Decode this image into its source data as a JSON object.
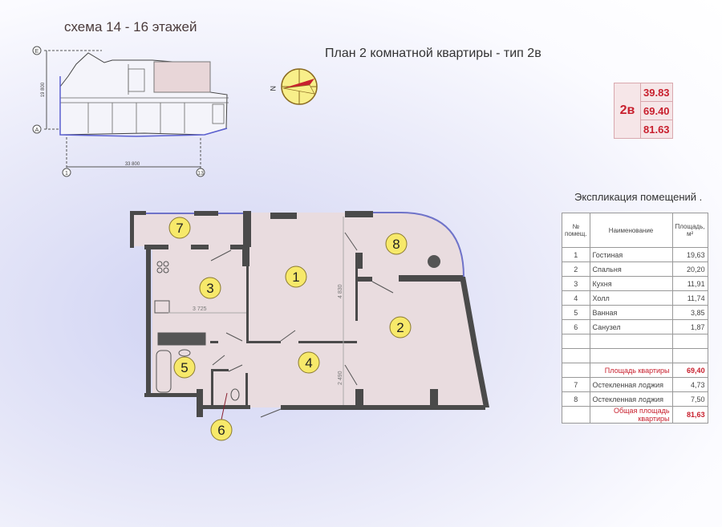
{
  "schema": {
    "title": "схема 14 - 16 этажей",
    "dim_vertical": "19 800",
    "dim_horizontal": "33 800",
    "axis_top": "Е",
    "axis_bottom": "А",
    "axis_left": "1",
    "axis_right": "13"
  },
  "plan": {
    "title": "План  2 комнатной квартиры - тип 2в",
    "dim_kitchen": "3 725",
    "dim_living": "4 830",
    "dim_hall": "2 490",
    "compass_label": "N",
    "room_numbers": [
      "1",
      "2",
      "3",
      "4",
      "5",
      "6",
      "7",
      "8"
    ]
  },
  "summary": {
    "type": "2в",
    "living_area": "39.83",
    "apartment_area": "69.40",
    "total_area": "81.63"
  },
  "explication": {
    "title": "Экспликация помещений .",
    "headers": {
      "no": "№ помещ.",
      "name": "Наименование",
      "area": "Площадь, м²"
    },
    "rooms": [
      {
        "no": "1",
        "name": "Гостиная",
        "area": "19,63"
      },
      {
        "no": "2",
        "name": "Спальня",
        "area": "20,20"
      },
      {
        "no": "3",
        "name": "Кухня",
        "area": "11,91"
      },
      {
        "no": "4",
        "name": "Холл",
        "area": "11,74"
      },
      {
        "no": "5",
        "name": "Ванная",
        "area": "3,85"
      },
      {
        "no": "6",
        "name": "Санузел",
        "area": "1,87"
      }
    ],
    "apartment_area_label": "Площадь квартиры",
    "apartment_area": "69,40",
    "loggias": [
      {
        "no": "7",
        "name": "Остекленная лоджия",
        "area": "4,73"
      },
      {
        "no": "8",
        "name": "Остекленная лоджия",
        "area": "7,50"
      }
    ],
    "total_area_label": "Общая площадь квартиры",
    "total_area": "81,63"
  },
  "colors": {
    "wall": "#4a4a4a",
    "floor": "#e9dcdf",
    "accent_red": "#c8202e",
    "marker": "#f7e96a",
    "glazing": "#6f73c9"
  }
}
